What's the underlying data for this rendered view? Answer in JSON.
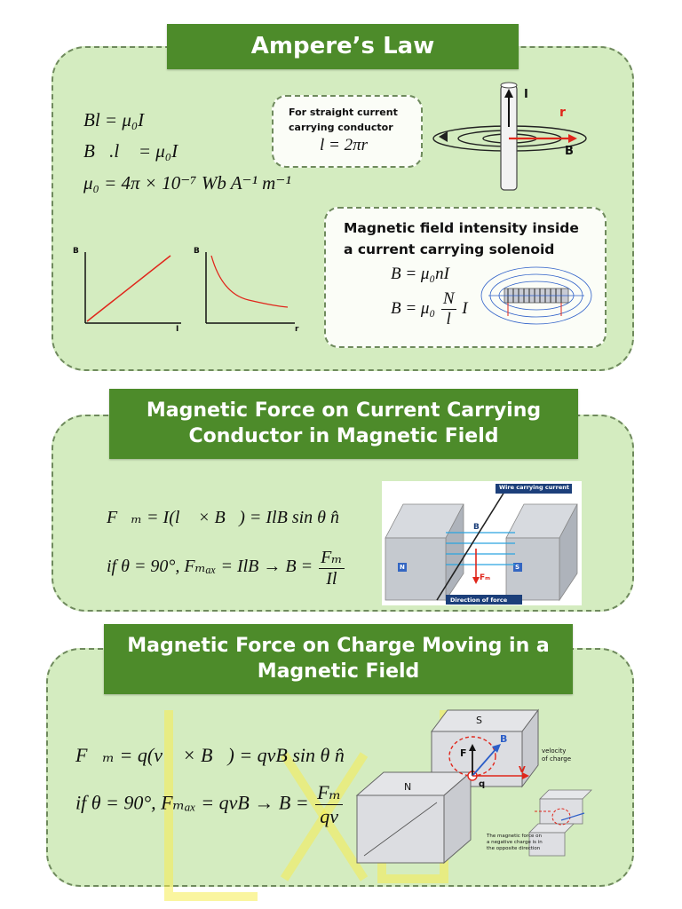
{
  "section1": {
    "title": "Ampere’s Law",
    "eq1": "Bl = μ₀I",
    "eq2": "B⃗.l⃗ = μ₀I",
    "eq3": "μ₀ = 4π × 10⁻⁷ Wb A⁻¹ m⁻¹",
    "straight_box": {
      "line1": "For straight current",
      "line2": "carrying conductor",
      "formula": "l = 2πr"
    },
    "wire_labels": {
      "current": "I",
      "radius": "r",
      "field": "B"
    },
    "graph1": {
      "ylabel": "B",
      "xlabel": "I"
    },
    "graph2": {
      "ylabel": "B",
      "xlabel": "r"
    },
    "solenoid_box": {
      "line1": "Magnetic field intensity inside",
      "line2": "a current carrying solenoid",
      "formula1": "B = μ₀nI",
      "formula2_left": "B = μ₀",
      "formula2_num": "N",
      "formula2_den": "l",
      "formula2_right": "I"
    }
  },
  "section2": {
    "title_line1": "Magnetic Force on Current Carrying",
    "title_line2": "Conductor in Magnetic  Field",
    "eq1": "F⃗ₘ = I(l⃗ × B⃗) = IlB sin θ n̂",
    "eq2_left": "if θ = 90°, Fₘₐₓ = IlB  →  B =",
    "eq2_num": "Fₘ",
    "eq2_den": "Il",
    "diagram": {
      "top_label": "Wire carrying current",
      "bottom_label": "Direction of force",
      "north": "N",
      "south": "S",
      "field": "B",
      "force": "Fₘ"
    }
  },
  "section3": {
    "title_line1": "Magnetic Force on Charge Moving in a",
    "title_line2": "Magnetic Field",
    "eq1": "F⃗ₘ = q(v⃗ × B⃗) = qvB sin θ n̂",
    "eq2_left": "if θ = 90°, Fₘₐₓ = qvB  →  B =",
    "eq2_num": "Fₘ",
    "eq2_den": "qv",
    "diagram": {
      "south": "S",
      "north": "N",
      "field": "B",
      "force": "F",
      "velocity": "V",
      "charge": "q",
      "velocity_note_1": "velocity",
      "velocity_note_2": "of charge",
      "note_line1": "The magnetic force on",
      "note_line2": "a negative charge is in",
      "note_line3": "the opposite direction"
    }
  },
  "colors": {
    "banner": "#4d8b2a",
    "panel": "#d4ecc0",
    "accent_red": "#e0261b",
    "accent_blue": "#2d5fc8"
  }
}
